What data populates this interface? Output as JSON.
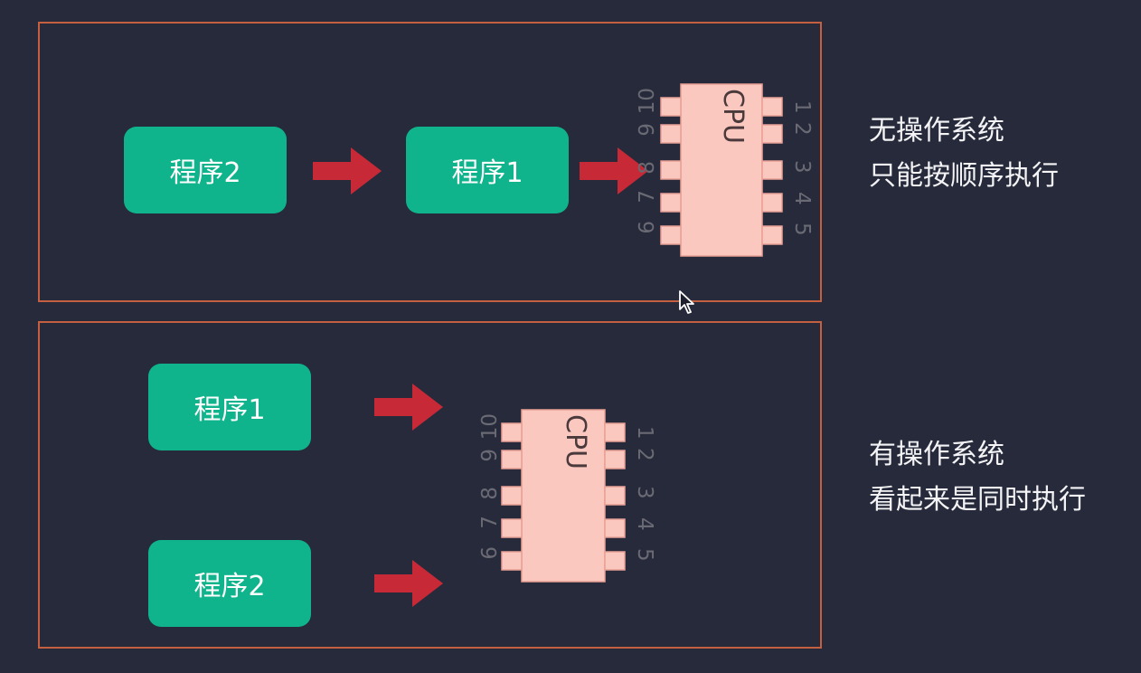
{
  "panels": [
    {
      "programs": [
        "程序2",
        "程序1"
      ],
      "chip": {
        "label": "CPU",
        "pins_right": [
          "1",
          "2",
          "3",
          "4",
          "5"
        ],
        "pins_left": [
          "10",
          "9",
          "8",
          "7",
          "6"
        ]
      },
      "caption": [
        "无操作系统",
        "只能按顺序执行"
      ]
    },
    {
      "programs": [
        "程序1",
        "程序2"
      ],
      "chip": {
        "label": "CPU",
        "pins_right": [
          "1",
          "2",
          "3",
          "4",
          "5"
        ],
        "pins_left": [
          "10",
          "9",
          "8",
          "7",
          "6"
        ]
      },
      "caption": [
        "有操作系统",
        "看起来是同时执行"
      ]
    }
  ],
  "colors": {
    "background": "#262a3b",
    "panel_border": "#c4603f",
    "program_box": "#10b48c",
    "arrow": "#c72a36",
    "chip_fill": "#fbc8c0",
    "chip_stroke": "#e8a096"
  }
}
